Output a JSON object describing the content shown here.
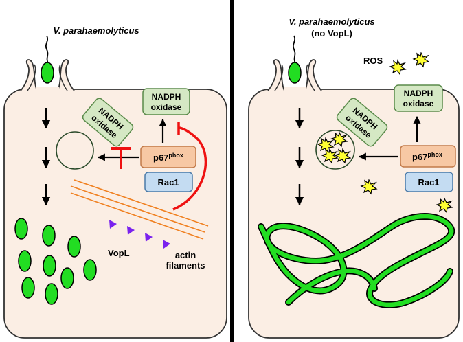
{
  "left_panel": {
    "title": "V. parahaemolyticus",
    "nadph_box": [
      "NADPH",
      "oxidase"
    ],
    "nadph_tilted": [
      "NADPH",
      "oxidase"
    ],
    "p67_main": "p67",
    "p67_sup": "phox",
    "rac1": "Rac1",
    "vopl": "VopL",
    "actin": [
      "actin",
      "filaments"
    ]
  },
  "right_panel": {
    "title": "V. parahaemolyticus",
    "subtitle": "(no VopL)",
    "ros": "ROS",
    "nadph_box": [
      "NADPH",
      "oxidase"
    ],
    "nadph_tilted": [
      "NADPH",
      "oxidase"
    ],
    "p67_main": "p67",
    "p67_sup": "phox",
    "rac1": "Rac1"
  },
  "colors": {
    "cell_fill": "#fbeee4",
    "bacteria_green": "#22dd22",
    "nadph_fill": "#d5e8c4",
    "p67_fill": "#f7c8a4",
    "rac1_fill": "#c4dcf2",
    "inhibitor_red": "#ee1111",
    "actin_orange": "#f08020",
    "vopl_purple": "#7a22ee",
    "ros_yellow": "#ffff33",
    "divider": "#000000"
  }
}
